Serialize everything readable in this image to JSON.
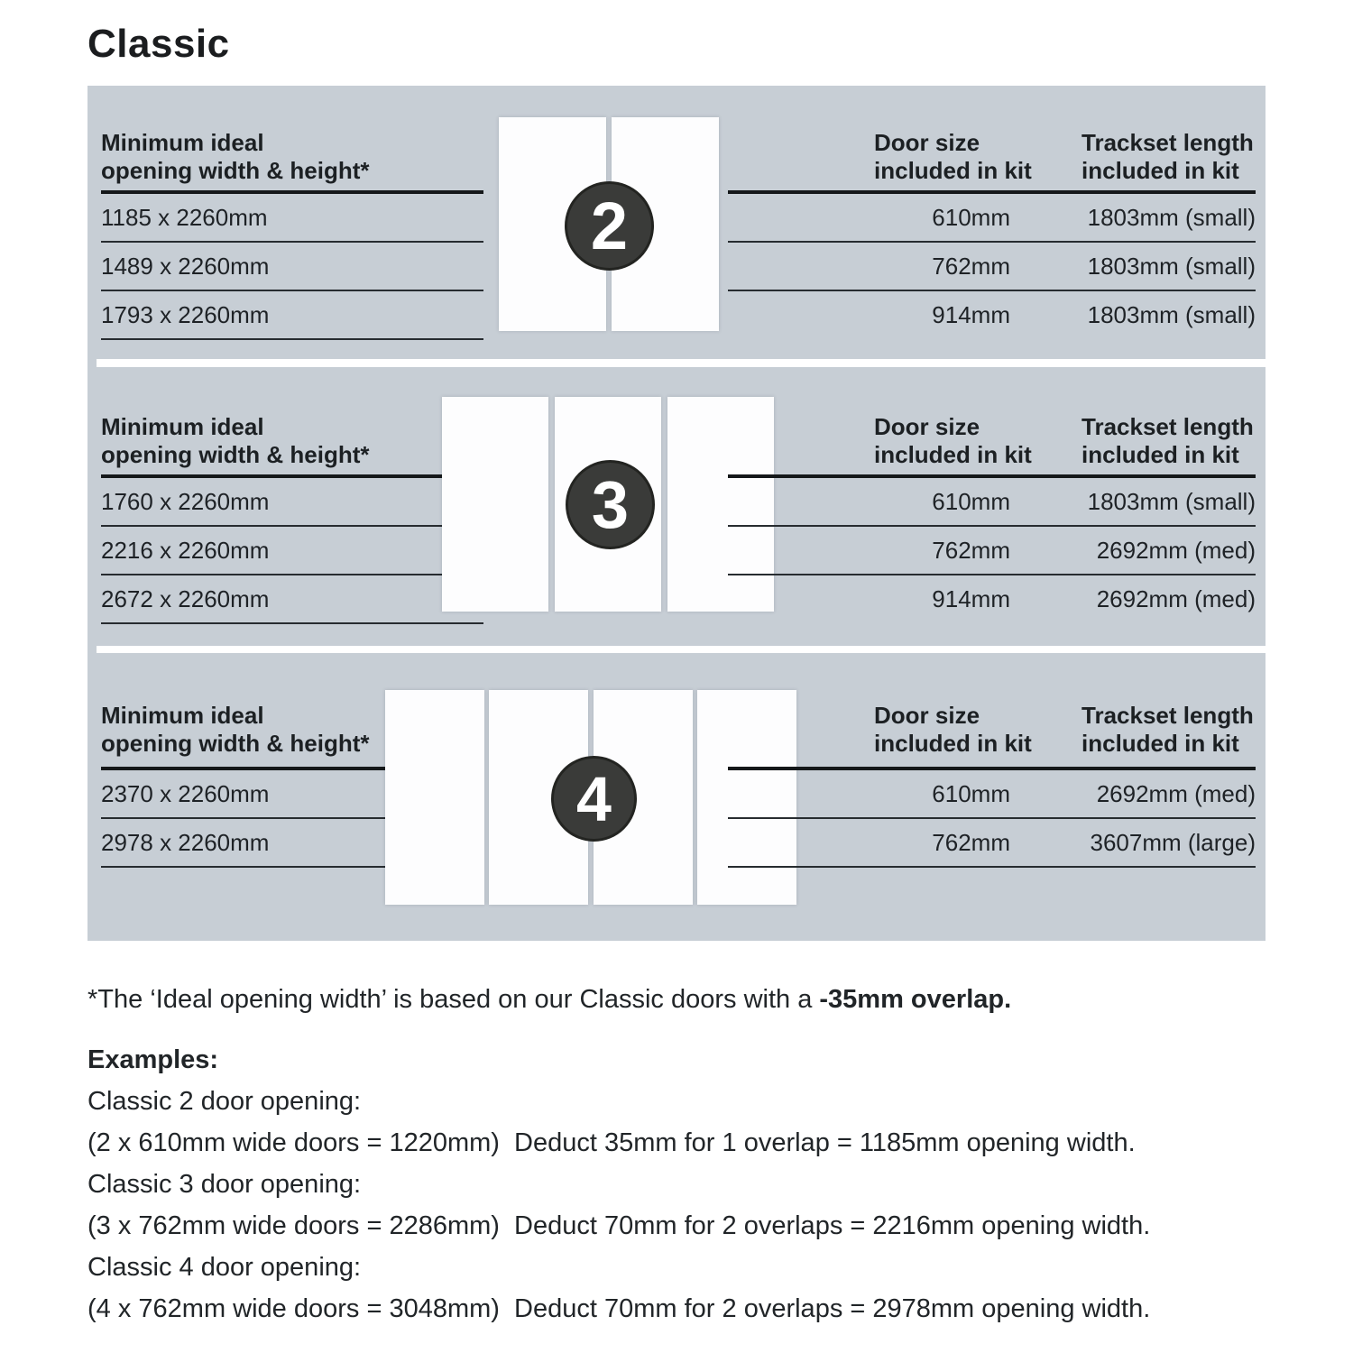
{
  "title": "Classic",
  "colors": {
    "panel_bg": "#c7ced5",
    "text": "#1d2125",
    "rule": "#15181a",
    "badge_bg": "#3a3b39",
    "badge_text": "#ffffff",
    "door_fill": "#fdfdfe"
  },
  "column_headers": {
    "left_line1": "Minimum ideal",
    "left_line2": "opening width & height*",
    "door_size_line1": "Door size",
    "door_size_line2": "included in kit",
    "trackset_line1": "Trackset length",
    "trackset_line2": "included in kit"
  },
  "sections": [
    {
      "badge": "2",
      "door_count": 2,
      "opening_sizes": [
        "1185 x 2260mm",
        "1489 x 2260mm",
        "1793 x 2260mm"
      ],
      "rows": [
        {
          "door_size": "610mm",
          "trackset": "1803mm (small)"
        },
        {
          "door_size": "762mm",
          "trackset": "1803mm (small)"
        },
        {
          "door_size": "914mm",
          "trackset": "1803mm (small)"
        }
      ]
    },
    {
      "badge": "3",
      "door_count": 3,
      "opening_sizes": [
        "1760 x 2260mm",
        "2216 x 2260mm",
        "2672 x 2260mm"
      ],
      "rows": [
        {
          "door_size": "610mm",
          "trackset": "1803mm (small)"
        },
        {
          "door_size": "762mm",
          "trackset": "2692mm (med)"
        },
        {
          "door_size": "914mm",
          "trackset": "2692mm (med)"
        }
      ]
    },
    {
      "badge": "4",
      "door_count": 4,
      "opening_sizes": [
        "2370 x 2260mm",
        "2978 x 2260mm"
      ],
      "rows": [
        {
          "door_size": "610mm",
          "trackset": "2692mm (med)"
        },
        {
          "door_size": "762mm",
          "trackset": "3607mm (large)"
        }
      ]
    }
  ],
  "footnote": {
    "normal": "*The ‘Ideal opening width’ is based on our Classic doors with a ",
    "bold": "-35mm overlap."
  },
  "examples": {
    "heading": "Examples:",
    "lines": [
      "Classic 2 door opening:",
      "(2 x 610mm wide doors = 1220mm)  Deduct 35mm for 1 overlap = 1185mm opening width.",
      "Classic 3 door opening:",
      "(3 x 762mm wide doors = 2286mm)  Deduct 70mm for 2 overlaps = 2216mm opening width.",
      "Classic 4 door opening:",
      "(4 x 762mm wide doors = 3048mm)  Deduct 70mm for 2 overlaps = 2978mm opening width."
    ]
  }
}
